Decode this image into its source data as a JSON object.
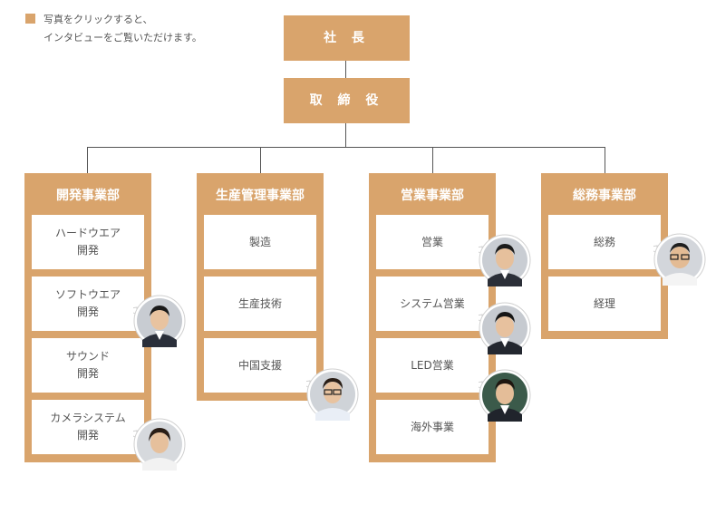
{
  "note": {
    "line1": "写真をクリックすると、",
    "line2": "インタビューをご覧いただけます。"
  },
  "president": "社 長",
  "director": "取 締 役",
  "departments": [
    {
      "title": "開発事業部",
      "sections": [
        {
          "line1": "ハードウエア",
          "line2": "開発"
        },
        {
          "line1": "ソフトウエア",
          "line2": "開発"
        },
        {
          "line1": "サウンド",
          "line2": "開発"
        },
        {
          "line1": "カメラシステム",
          "line2": "開発"
        }
      ]
    },
    {
      "title": "生産管理事業部",
      "sections": [
        {
          "line1": "製造"
        },
        {
          "line1": "生産技術"
        },
        {
          "line1": "中国支援"
        }
      ]
    },
    {
      "title": "営業事業部",
      "sections": [
        {
          "line1": "営業"
        },
        {
          "line1": "システム営業"
        },
        {
          "line1": "LED営業"
        },
        {
          "line1": "海外事業"
        }
      ]
    },
    {
      "title": "総務事業部",
      "sections": [
        {
          "line1": "総務"
        },
        {
          "line1": "経理"
        }
      ]
    }
  ],
  "colors": {
    "accent": "#d9a46c",
    "line": "#555555"
  }
}
